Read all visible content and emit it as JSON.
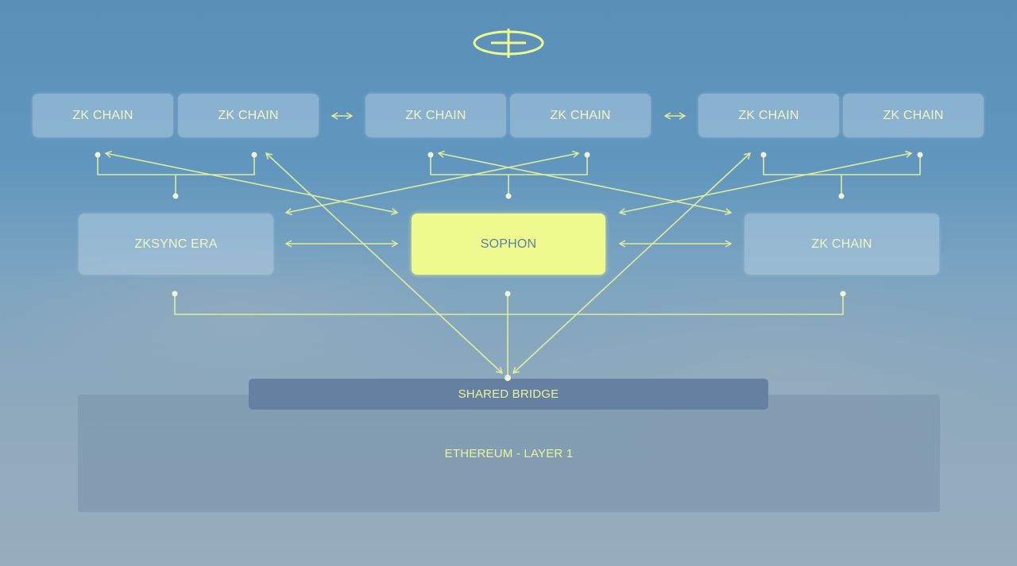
{
  "logo": {
    "icon": "sophon-logo-icon"
  },
  "top_row": [
    {
      "group": 1,
      "chains": [
        "ZK CHAIN",
        "ZK CHAIN"
      ]
    },
    {
      "group": 2,
      "chains": [
        "ZK CHAIN",
        "ZK CHAIN"
      ]
    },
    {
      "group": 3,
      "chains": [
        "ZK CHAIN",
        "ZK CHAIN"
      ]
    }
  ],
  "middle_row": {
    "left": "ZKSYNC ERA",
    "center": "SOPHON",
    "right": "ZK CHAIN"
  },
  "shared_bridge": "SHARED BRIDGE",
  "layer1": "ETHEREUM - LAYER 1",
  "colors": {
    "accent": "#eefa8e",
    "line": "#e6f09a",
    "chain_box": "#a5c3d9",
    "bridge": "#6580a0"
  },
  "icons": {
    "between_groups": "double-arrow-icon"
  }
}
